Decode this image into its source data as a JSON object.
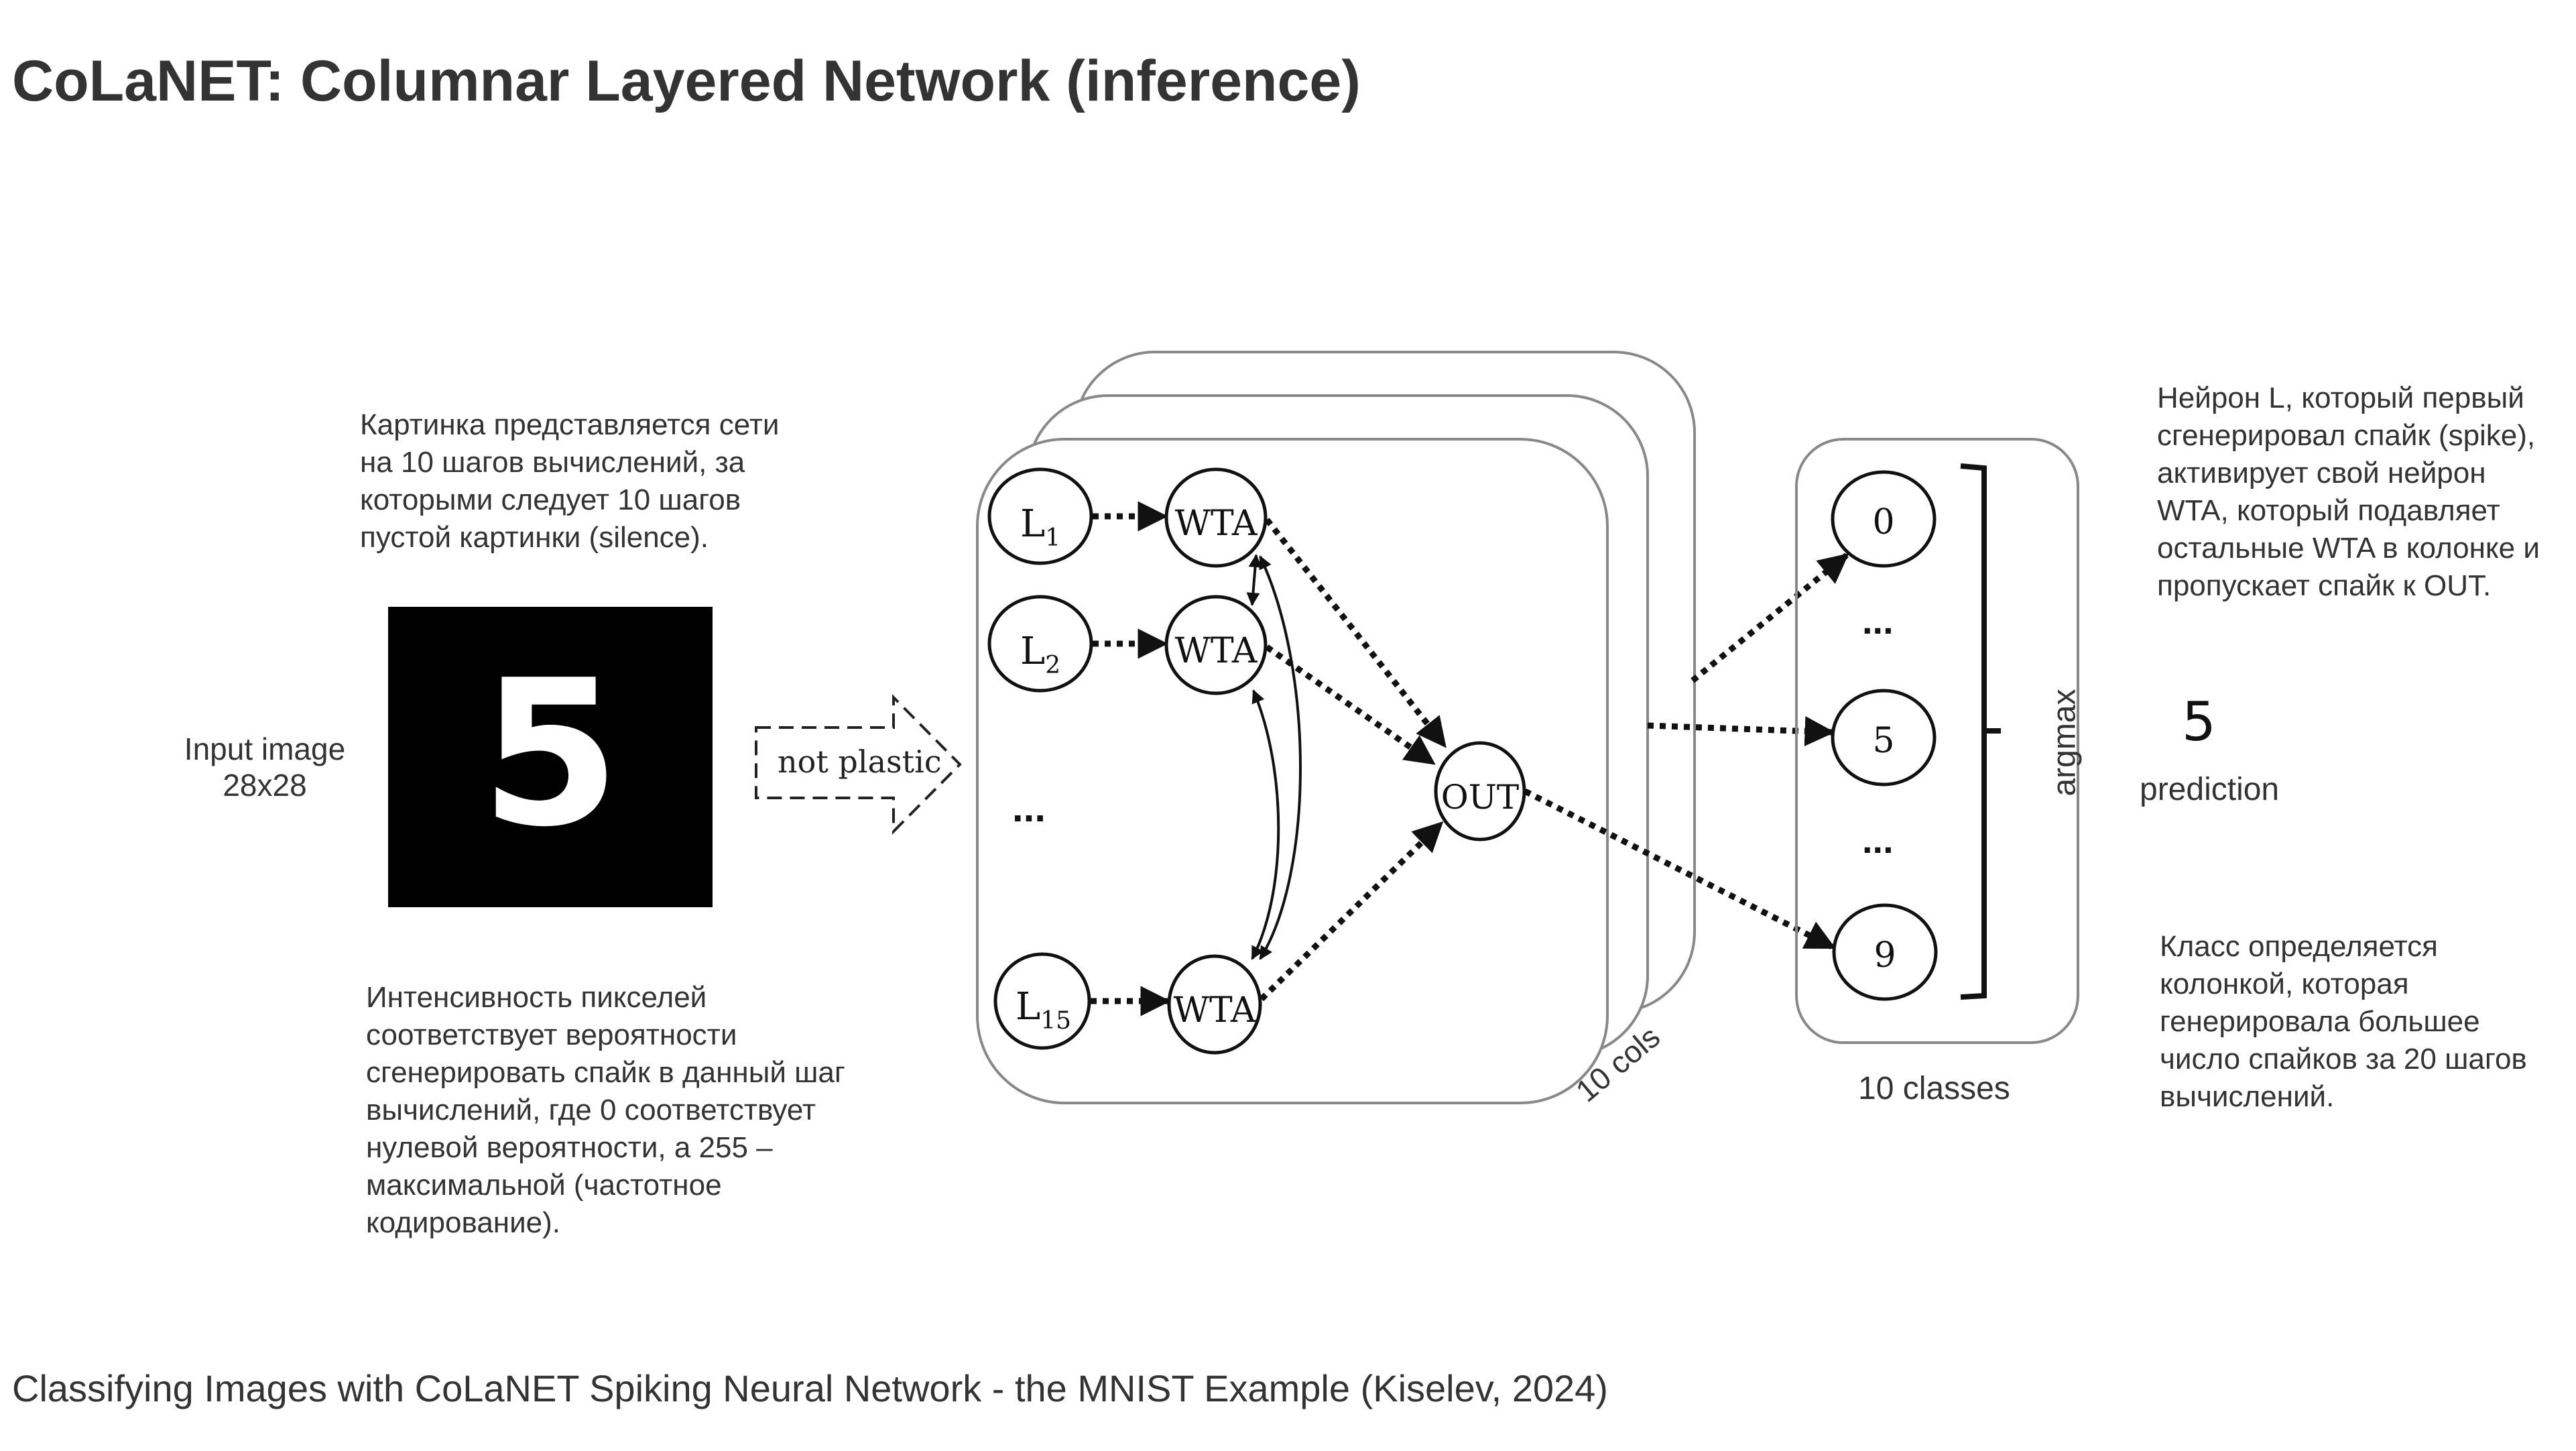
{
  "title": "CoLaNET: Columnar Layered Network (inference)",
  "notes": {
    "top_left": "Картинка представляется сети\nна 10 шагов вычислений, за\nкоторыми следует 10 шагов\nпустой картинки (silence).",
    "bottom_left": "Интенсивность пикселей\nсоответствует вероятности\nсгенерировать спайк в данный шаг\nвычислений, где 0 соответствует\nнулевой вероятности, а 255 –\nмаксимальной (частотное\nкодирование).",
    "top_right": "Нейрон L, который первый\nсгенерировал спайк (spike),\nактивирует свой нейрон\nWTA, который подавляет\nостальные WTA в колонке и\nпропускает спайк к OUT.",
    "bottom_right": "Класс определяется\nколонкой, которая\nгенерировала большее\nчисло спайков за 20 шагов\nвычислений."
  },
  "input": {
    "label": "Input image\n28x28",
    "digit": "5"
  },
  "arrow_label": "not plastic",
  "column": {
    "l_nodes": [
      {
        "base": "L",
        "sub": "1"
      },
      {
        "base": "L",
        "sub": "2"
      },
      {
        "base": "L",
        "sub": "15"
      }
    ],
    "wta_label": "WTA",
    "out_label": "OUT",
    "ellipsis": "...",
    "count_label": "10 cols"
  },
  "classes": {
    "nodes": [
      "0",
      "5",
      "9"
    ],
    "ellipsis": "...",
    "label": "10 classes",
    "bracket_label": "argmax"
  },
  "prediction": {
    "value": "5",
    "label": "prediction"
  },
  "footer": "Classifying Images with CoLaNET Spiking Neural Network - the MNIST Example (Kiselev, 2024)"
}
